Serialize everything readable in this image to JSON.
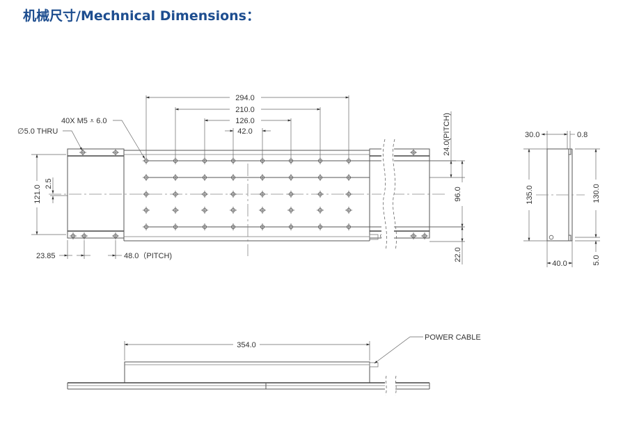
{
  "title": "机械尺寸/Mechnical Dimensions：",
  "top_view": {
    "callouts": {
      "thru_hole": "∅5.0 THRU",
      "tapped_holes": "40X  M5 ⩡ 6.0"
    },
    "dims": {
      "d294": "294.0",
      "d210": "210.0",
      "d126": "126.0",
      "d42": "42.0",
      "d121": "121.0",
      "d2_5": "2.5",
      "d23_85": "23.85",
      "d48": "48.0（PITCH)",
      "d24": "24.0(PITCH)",
      "d96": "96.0",
      "d22": "22.0"
    },
    "hole_grid": {
      "rows": 5,
      "cols": 8
    }
  },
  "side_view": {
    "dims": {
      "d30": "30.0",
      "d0_8": "0.8",
      "d135": "135.0",
      "d130": "130.0",
      "d40": "40.0",
      "d5": "5.0"
    }
  },
  "front_view": {
    "dims": {
      "d354": "354.0"
    },
    "callouts": {
      "power_cable": "POWER CABLE"
    }
  }
}
